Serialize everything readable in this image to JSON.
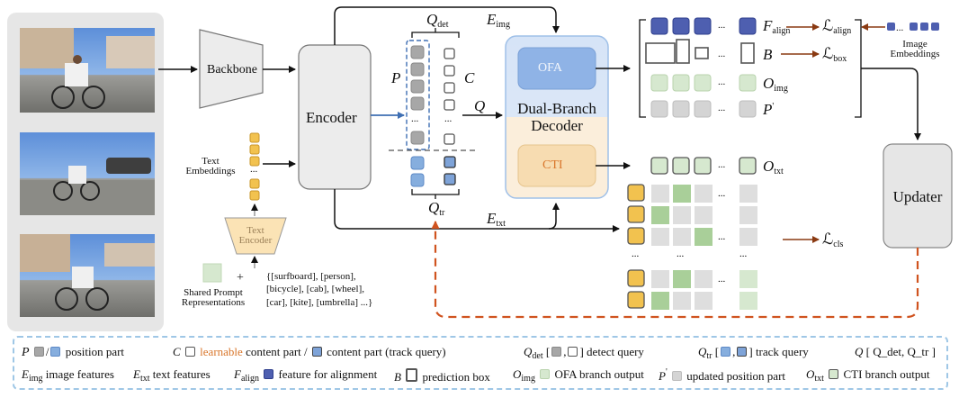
{
  "inputs": {
    "frames": [
      "video-frame-1",
      "video-frame-2",
      "video-frame-3"
    ]
  },
  "blocks": {
    "backbone": "Backbone",
    "encoder": "Encoder",
    "text_encoder_line1": "Text",
    "text_encoder_line2": "Encoder",
    "decoder_line1": "Dual-Branch",
    "decoder_line2": "Decoder",
    "ofa": "OFA",
    "cti": "CTI",
    "updater": "Updater"
  },
  "labels": {
    "text_embeddings_line1": "Text",
    "text_embeddings_line2": "Embeddings",
    "dots": "...",
    "shared_prompt_line1": "Shared Prompt",
    "shared_prompt_line2": "Representations",
    "plus": "+",
    "categories_line1": "{[surfboard], [person],",
    "categories_line2": "[bicycle], [cab], [wheel],",
    "categories_line3": "[car], [kite], [umbrella] ...}",
    "image_embeddings_line1": "Image",
    "image_embeddings_line2": "Embeddings"
  },
  "symbols": {
    "P": "P",
    "C": "C",
    "Q": "Q",
    "Q_det_main": "Q",
    "Q_det_sub": "det",
    "Q_tr_main": "Q",
    "Q_tr_sub": "tr",
    "E_img_main": "E",
    "E_img_sub": "img",
    "E_txt_main": "E",
    "E_txt_sub": "txt",
    "F_align_main": "F",
    "F_align_sub": "align",
    "B": "B",
    "O_img_main": "O",
    "O_img_sub": "img",
    "P_prime_main": "P",
    "P_prime_sup": "'",
    "O_txt_main": "O",
    "O_txt_sub": "txt",
    "L_align_main": "ℒ",
    "L_align_sub": "align",
    "L_box_main": "ℒ",
    "L_box_sub": "box",
    "L_cls_main": "ℒ",
    "L_cls_sub": "cls"
  },
  "legend": {
    "p_sym": "P",
    "p_sep": "/",
    "p_text": "position part",
    "c_sym": "C",
    "c_learnable": "learnable",
    "c_text1": "content part /",
    "c_text2": "content part (track query)",
    "qdet_main": "Q",
    "qdet_sub": "det",
    "qdet_sep": ",",
    "qdet_text": "detect query",
    "qtr_main": "Q",
    "qtr_sub": "tr",
    "qtr_sep": ",",
    "qtr_text": "track query",
    "q_sym": "Q",
    "q_text": "[ Q_det, Q_tr ]",
    "eimg_main": "E",
    "eimg_sub": "img",
    "eimg_text": "image features",
    "etxt_main": "E",
    "etxt_sub": "txt",
    "etxt_text": "text features",
    "falign_main": "F",
    "falign_sub": "align",
    "falign_text": "feature for alignment",
    "b_sym": "B",
    "b_text": "prediction box",
    "oimg_main": "O",
    "oimg_sub": "img",
    "oimg_text": "OFA branch output",
    "pp_main": "P",
    "pp_sup": "'",
    "pp_text": "updated position part",
    "otxt_main": "O",
    "otxt_sub": "txt",
    "otxt_text": "CTI branch output"
  },
  "colors": {
    "arrow": "#111111",
    "feedback": "#d0531f",
    "loss_arrow": "#8a3a12",
    "ofa_fill": "#8fb3e6",
    "cti_fill": "#f7dcb1",
    "decoder_top": "#dbe7f7",
    "decoder_bottom": "#fbeedb",
    "query_blue": "#86aede",
    "query_gray": "#a7a7a7",
    "text_emb": "#f2c24f",
    "green_cell": "#d6e8cf",
    "dark_green_cell": "#a9cf99",
    "navy_feature": "#4e5fb0"
  }
}
